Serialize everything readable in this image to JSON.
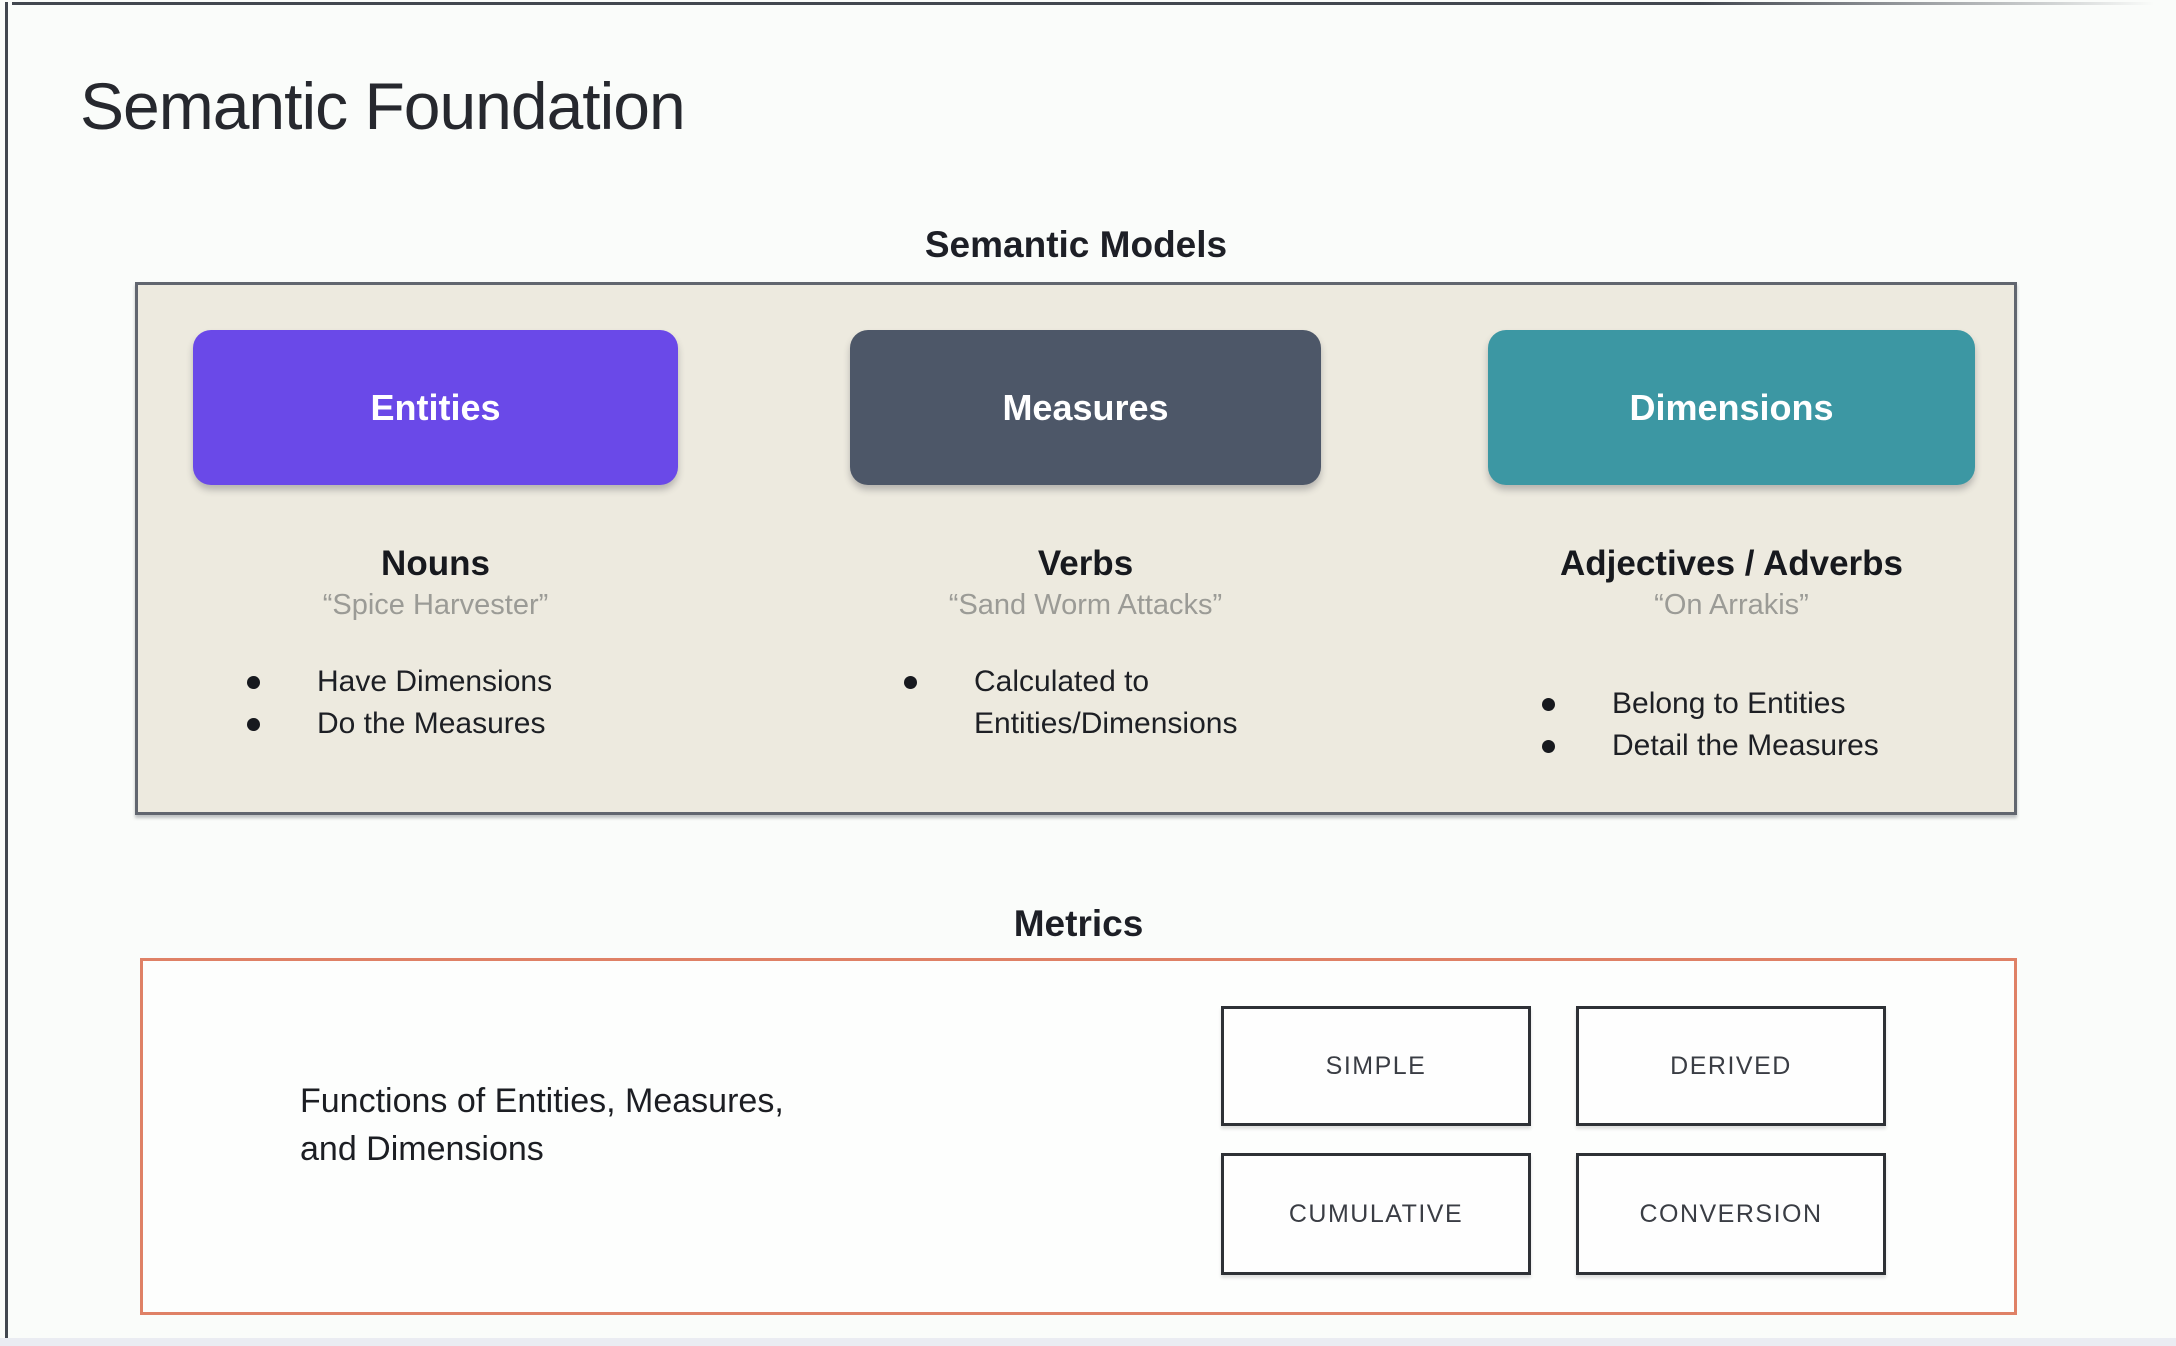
{
  "page": {
    "title": "Semantic Foundation"
  },
  "colors": {
    "entities": "#6a49e8",
    "measures": "#4d5768",
    "dimensions": "#3c97a3",
    "models_panel_bg": "#edeadf",
    "metrics_border": "#df8166"
  },
  "models": {
    "heading": "Semantic Models",
    "columns": [
      {
        "button": "Entities",
        "heading": "Nouns",
        "quote": "“Spice Harvester”",
        "bullets": [
          "Have Dimensions",
          "Do the Measures"
        ]
      },
      {
        "button": "Measures",
        "heading": "Verbs",
        "quote": "“Sand Worm Attacks”",
        "bullets": [
          "Calculated to Entities/Dimensions"
        ]
      },
      {
        "button": "Dimensions",
        "heading": "Adjectives / Adverbs",
        "quote": "“On Arrakis”",
        "bullets": [
          "Belong to Entities",
          "Detail the Measures"
        ]
      }
    ]
  },
  "metrics": {
    "heading": "Metrics",
    "description": "Functions of Entities, Measures,\nand Dimensions",
    "types": [
      "SIMPLE",
      "DERIVED",
      "CUMULATIVE",
      "CONVERSION"
    ]
  }
}
